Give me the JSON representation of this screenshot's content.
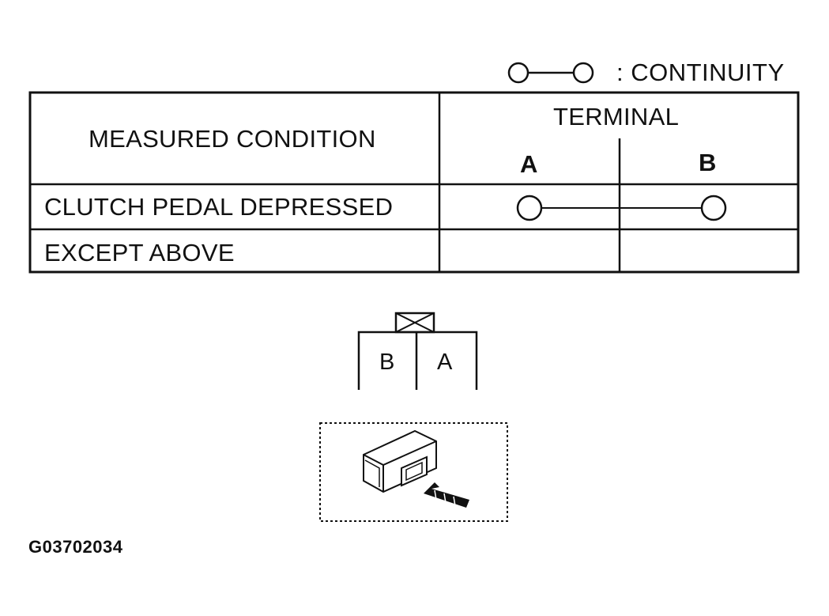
{
  "legend": {
    "symbol_name": "continuity-symbol",
    "label": ": CONTINUITY"
  },
  "table": {
    "header": {
      "condition_col": "MEASURED CONDITION",
      "terminal_group": "TERMINAL",
      "terminal_a": "A",
      "terminal_b": "B"
    },
    "rows": [
      {
        "condition": "CLUTCH PEDAL DEPRESSED",
        "continuity": true
      },
      {
        "condition": "EXCEPT ABOVE",
        "continuity": false
      }
    ]
  },
  "connector": {
    "left_label": "B",
    "right_label": "A",
    "lock_icon": "connector-lock-icon"
  },
  "illustration": {
    "icon": "switch-connector-icon",
    "arrow_icon": "pointer-arrow-icon"
  },
  "figure_code": "G03702034"
}
